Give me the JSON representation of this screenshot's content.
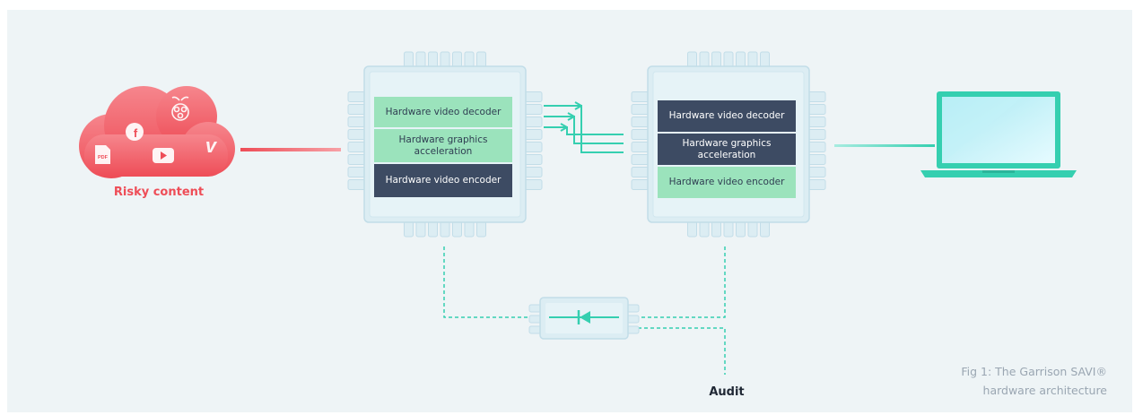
{
  "cloud": {
    "label": "Risky content",
    "icons": [
      "pdf-icon",
      "facebook-icon",
      "youtube-icon",
      "vimeo-icon",
      "raspberry-icon"
    ],
    "pdf_text": "PDF",
    "facebook_text": "f",
    "vimeo_text": "v"
  },
  "chip_left": {
    "blocks": [
      {
        "label": "Hardware video decoder",
        "style": "light"
      },
      {
        "label": "Hardware graphics acceleration",
        "style": "light"
      },
      {
        "label": "Hardware video encoder",
        "style": "dark"
      }
    ]
  },
  "chip_right": {
    "blocks": [
      {
        "label": "Hardware video decoder",
        "style": "dark"
      },
      {
        "label": "Hardware graphics acceleration",
        "style": "dark"
      },
      {
        "label": "Hardware video encoder",
        "style": "light"
      }
    ]
  },
  "audit": {
    "label": "Audit"
  },
  "caption": {
    "line1": "Fig 1: The Garrison SAVI®",
    "line2": "hardware architecture"
  },
  "colors": {
    "background": "#eef4f6",
    "risky": "#ee4d57",
    "accent": "#35cfb0",
    "chip_fill": "#dcedf3",
    "chip_stroke": "#c2dde8",
    "block_light": "#9be3bc",
    "block_dark": "#3d4b63",
    "text_dark": "#1f2734"
  }
}
